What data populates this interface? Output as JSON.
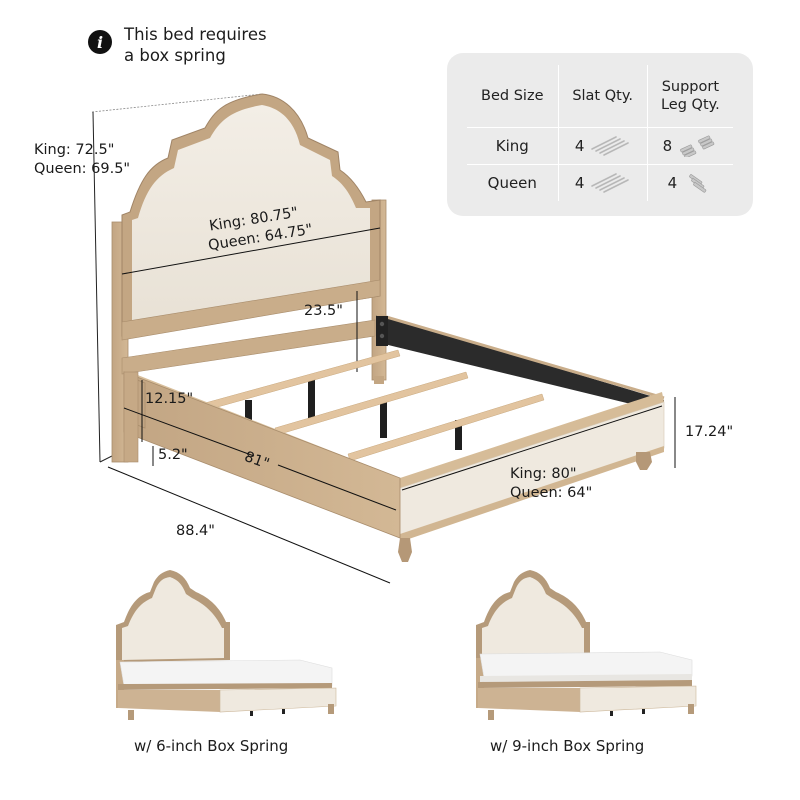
{
  "note": {
    "icon": "info-icon",
    "icon_glyph": "i",
    "text_line1": "This bed requires",
    "text_line2": "a box spring"
  },
  "spec_table": {
    "headers": [
      "Bed Size",
      "Slat Qty.",
      "Support Leg Qty."
    ],
    "header_support_line1": "Support",
    "header_support_line2": "Leg Qty.",
    "rows": [
      {
        "size": "King",
        "slat_qty": "4",
        "slat_icon": "slats-icon",
        "leg_qty": "8",
        "leg_icon": "support-legs-double-icon"
      },
      {
        "size": "Queen",
        "slat_qty": "4",
        "slat_icon": "slats-icon",
        "leg_qty": "4",
        "leg_icon": "support-legs-single-icon"
      }
    ],
    "background": "#ebebeb"
  },
  "dimensions": {
    "overall_height_king": "King: 72.5\"",
    "overall_height_queen": "Queen: 69.5\"",
    "headboard_width_king": "King: 80.75\"",
    "headboard_width_queen": "Queen: 64.75\"",
    "headboard_panel_height": "23.5\"",
    "footboard_height": "12.15\"",
    "clearance": "5.2\"",
    "rail_length": "81\"",
    "overall_length": "88.4\"",
    "rail_height": "17.24\"",
    "footboard_width_king": "King: 80\"",
    "footboard_width_queen": "Queen: 64\""
  },
  "variants": [
    {
      "caption": "w/ 6-inch Box Spring"
    },
    {
      "caption": "w/ 9-inch Box Spring"
    }
  ],
  "colors": {
    "wood": "#c9ad8a",
    "wood_dark": "#a98d6c",
    "upholstery": "#efe9df",
    "rail_black": "#2b2b2b",
    "slat": "#e2c49f",
    "mattress": "#f4f4f4",
    "text": "#1a1a1a"
  }
}
